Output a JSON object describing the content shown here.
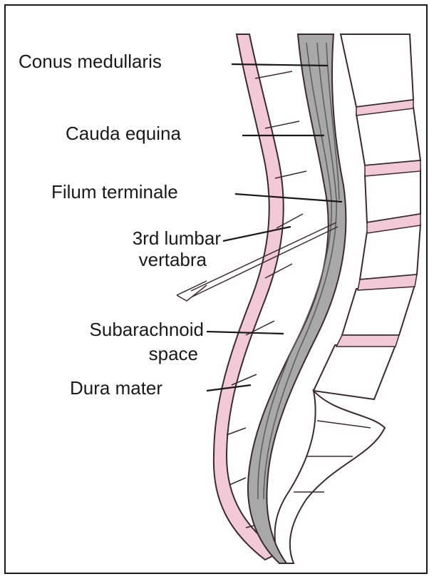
{
  "labels": {
    "conus": "Conus medullaris",
    "cauda": "Cauda equina",
    "filum": "Filum terminale",
    "lumbar_l1": "3rd lumbar",
    "lumbar_l2": "vertabra",
    "subarachnoid_l1": "Subarachnoid",
    "subarachnoid_l2": "space",
    "dura": "Dura mater"
  },
  "colors": {
    "bone_pink": "#f2c9d6",
    "bone_outline": "#3b2a30",
    "cord_gray": "#9a9a9a",
    "cord_dark": "#5a5a5a",
    "label_text": "#1a1a1a"
  }
}
